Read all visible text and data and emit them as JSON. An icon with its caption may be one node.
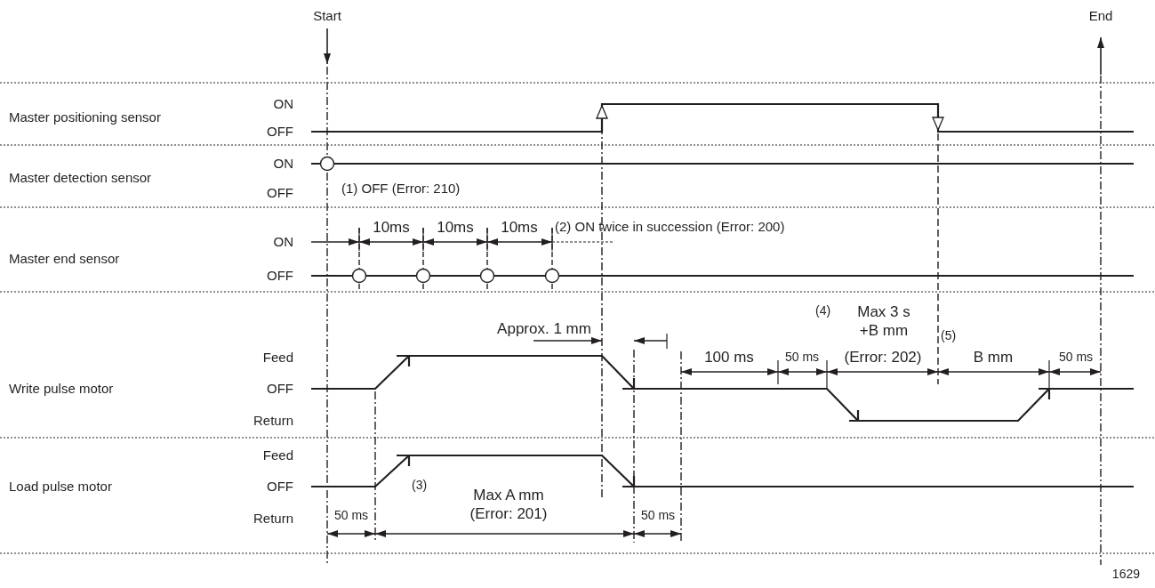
{
  "diagram": {
    "labels": [
      "Start",
      "End",
      "ON",
      "Master positioning sensor",
      "OFF",
      "ON",
      "Master detection sensor",
      "OFF",
      "(1) OFF (Error: 210)",
      "10ms",
      "10ms",
      "10ms",
      "(2) ON twice in succession (Error: 200)",
      "ON",
      "Master end sensor",
      "OFF",
      "(4)",
      "Max 3 s +B mm",
      "Approx. 1 mm",
      "(5)",
      "Feed",
      "100 ms",
      "50 ms",
      "(Error: 202)",
      "B mm",
      "50 ms",
      "Write pulse motor",
      "OFF",
      "Return",
      "Feed",
      "Load pulse motor",
      "OFF",
      "(3)",
      "Max A mm (Error: 201)",
      "Return",
      "50 ms",
      "50 ms",
      "1629"
    ]
  }
}
